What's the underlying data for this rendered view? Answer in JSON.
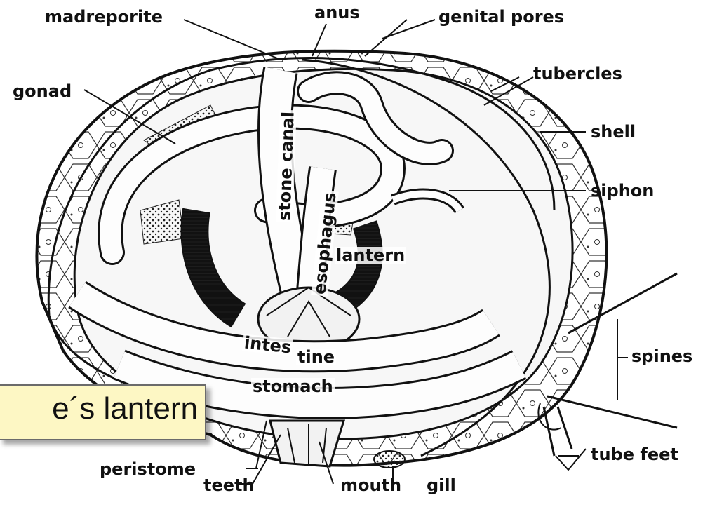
{
  "labels": {
    "madreporite": "madreporite",
    "anus": "anus",
    "genital_pores": "genital  pores",
    "gonad": "gonad",
    "tubercles": "tubercles",
    "shell": "shell",
    "siphon": "siphon",
    "spines": "spines",
    "tube_feet": "tube  feet",
    "peristome": "peristome",
    "teeth": "teeth",
    "mouth": "mouth",
    "gill": "gill",
    "stone_canal": "stone canal",
    "esophagus": "esophagus",
    "lantern": "lantern",
    "intestine_a": "intes",
    "intestine_b": "tine",
    "stomach": "stomach"
  },
  "caption": {
    "text": "e´s lantern"
  },
  "colors": {
    "ink": "#111111",
    "caption_bg": "#fdf7c4",
    "caption_border": "#6b6b6b"
  }
}
